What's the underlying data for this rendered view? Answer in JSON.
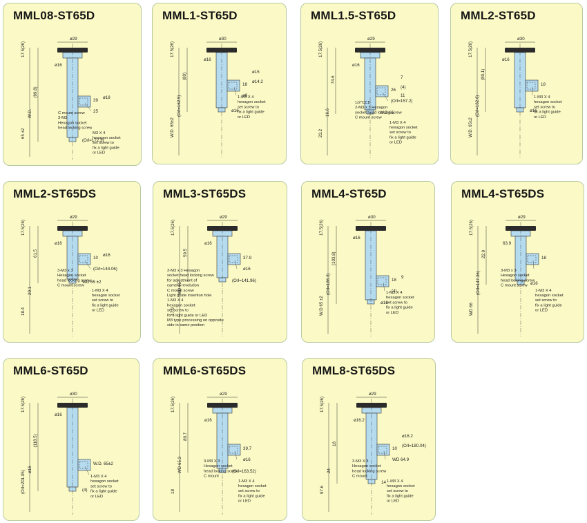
{
  "colors": {
    "card_bg": "#fbfac6",
    "body": "#b5dbef",
    "cap": "#2b2b2b",
    "line": "#333333"
  },
  "cards": [
    {
      "model": "MML08-ST65D",
      "notes": [
        "C mount screw",
        "3-M3",
        "Hexagon socket",
        "head locking screw",
        "M3 X 4",
        "hexagon socket",
        "set screw to",
        "fix a light guide",
        "or LED"
      ],
      "dims": [
        "ø29",
        "17.5(26)",
        "ø16",
        "(99.8)",
        "39",
        "65 ±2",
        "W.D.",
        "(O/I=172.3)",
        "25",
        "ø18"
      ]
    },
    {
      "model": "MML1-ST65D",
      "notes": [
        "1-M3 X 4",
        "hexagon socket",
        "set screw to",
        "fix a light guide",
        "or LED"
      ],
      "dims": [
        "ø30",
        "17.5(26)",
        "ø16",
        "(80)",
        "18",
        "W.D. 65±2",
        "(O/I=162.5)",
        "ø16",
        "ø8",
        "ø14.2",
        "ø15"
      ]
    },
    {
      "model": "MML1.5-ST65D",
      "notes": [
        "1/2\"CCD",
        "2-M3 x 3 Hexagon",
        "socket head locking screw",
        "C mount screw",
        "1-M3 X 4",
        "hexagon socket",
        "set screw to",
        "fix a light guide",
        "or LED"
      ],
      "dims": [
        "ø29",
        "17.5(26)",
        "ø16",
        "74.6",
        "26",
        "23.2",
        "16.6",
        "W.D 65",
        "(O/I=157.2)",
        "(4)",
        "7",
        "11"
      ]
    },
    {
      "model": "MML2-ST65D",
      "notes": [
        "1-M3 X 4",
        "hexagon socket",
        "set screw to",
        "fix a light guide",
        "or LED"
      ],
      "dims": [
        "ø30",
        "17.5(26)",
        "ø16",
        "(80.1)",
        "18",
        "W.D. 65±2",
        "(O/I=162.6)",
        "ø16"
      ]
    },
    {
      "model": "MML2-ST65DS",
      "notes": [
        "3-M3 x 3",
        "Hexagon socket",
        "head locking screw",
        "C mount screw",
        "1-M3 X 4",
        "hexagon socket",
        "set screw to",
        "fix a light guide",
        "or LED"
      ],
      "dims": [
        "ø29",
        "17.5(26)",
        "ø16",
        "61.5",
        "10",
        "18.4",
        "20.1",
        "WD 65 ±2",
        "(O/I=144.06)",
        "ø16"
      ]
    },
    {
      "model": "MML3-ST65DS",
      "notes": [
        "3-M3 x 3 Hexagon",
        "socket head locking screw",
        "for adjustment of",
        "camera revolution",
        "C mount screw",
        "Light guide insertion hole",
        "1-M3 X 4",
        "hexagon socket",
        "set screw to",
        "fix a light guide or LED",
        "M3 type processing on opposite",
        "side in same position"
      ],
      "dims": [
        "ø29",
        "17.5(26)",
        "ø16",
        "59.5",
        "37.9",
        "17.9",
        "WD 65",
        "(O/I=141.96)",
        "ø16"
      ]
    },
    {
      "model": "MML4-ST65D",
      "notes": [
        "1-M3 X 4",
        "hexagon socket",
        "set screw to",
        "fix a light guide",
        "or LED"
      ],
      "dims": [
        "ø30",
        "17.5(26)",
        "ø16",
        "(103.8)",
        "18",
        "W.D 65 ±2",
        "(O/I=186.3)",
        "ø16",
        "(4)",
        "9"
      ]
    },
    {
      "model": "MML4-ST65DS",
      "notes": [
        "3-M3 x 3",
        "Hexagon socket",
        "head locking screw",
        "C mount screw",
        "1-M3 X 4",
        "hexagon socket",
        "set screw to",
        "fix a light guide",
        "or LED"
      ],
      "dims": [
        "ø29",
        "17.5(26)",
        "63.9",
        "22.9",
        "18",
        "WD 66",
        "(O/I=147.36)",
        "ø16"
      ]
    },
    {
      "model": "MML6-ST65D",
      "notes": [
        "1-M3 X 4",
        "hexagon socket",
        "set screw to",
        "fix a light guide",
        "or LED"
      ],
      "dims": [
        "ø30",
        "17.5(26)",
        "ø16",
        "(118.5)",
        "W.D. 65±2",
        "(O/I=201.05)",
        "ø16",
        "(4)"
      ]
    },
    {
      "model": "MML6-ST65DS",
      "notes": [
        "3-M3 X 3",
        "Hexagon socket",
        "head locking screw",
        "C mount",
        "1-M3 X 4",
        "hexagon socket",
        "set screw to",
        "fix a light guide",
        "or LED"
      ],
      "dims": [
        "ø29",
        "17.5(26)",
        "ø16",
        "80.7",
        "39.7",
        "18",
        "WD 65.3",
        "(O/I=163.52)",
        "ø16"
      ]
    },
    {
      "model": "MML8-ST65DS",
      "notes": [
        "3-M3 X 3",
        "Hexagon socket",
        "head locking screw",
        "C mount",
        "1-M3 X 4",
        "hexagon socket",
        "set screw to",
        "fix a light guide",
        "or LED"
      ],
      "dims": [
        "ø29",
        "17.5(26)",
        "ø16.2",
        "18",
        "10",
        "97.6",
        "24",
        "14",
        "WD 64.9",
        "(O/I=180.04)",
        "ø16.2"
      ]
    }
  ]
}
